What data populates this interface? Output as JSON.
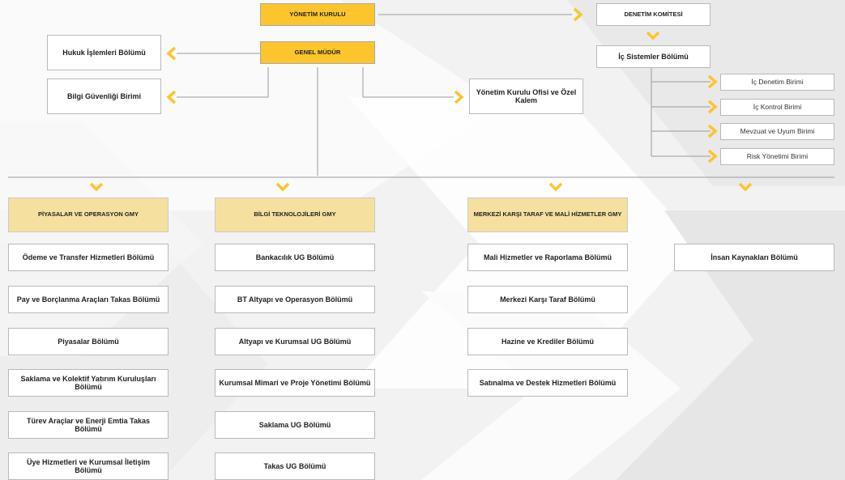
{
  "colors": {
    "accent": "#fcc52c",
    "gmy_fill": "#f6e0a0",
    "line": "#9a9a9a"
  },
  "top": {
    "board": "YÖNETİM KURULU",
    "general_manager": "GENEL MÜDÜR",
    "audit_committee": "DENETİM KOMİTESİ",
    "internal_systems": "İç Sistemler Bölümü"
  },
  "left_units": {
    "legal": "Hukuk İşlemleri Bölümü",
    "infosec": "Bilgi Güvenliği Birimi"
  },
  "board_office": "Yönetim Kurulu Ofisi ve Özel Kalem",
  "internal_units": [
    "İç Denetim Birimi",
    "İç Kontrol Birimi",
    "Mevzuat ve Uyum Birimi",
    "Risk Yönetimi Birimi"
  ],
  "gmy": {
    "markets": "PİYASALAR VE OPERASYON GMY",
    "it": "BİLGİ TEKNOLOJİLERİ GMY",
    "ccp": "MERKEZİ KARŞI TARAF VE MALİ HİZMETLER GMY"
  },
  "markets_depts": [
    "Ödeme ve Transfer Hizmetleri Bölümü",
    "Pay ve Borçlanma Araçları Takas Bölümü",
    "Piyasalar Bölümü",
    "Saklama ve Kolektif Yatırım Kuruluşları Bölümü",
    "Türev Araçlar ve Enerji Emtia Takas Bölümü",
    "Üye Hizmetleri ve Kurumsal İletişim Bölümü"
  ],
  "it_depts": [
    "Bankacılık UG Bölümü",
    "BT Altyapı ve Operasyon Bölümü",
    "Altyapı ve Kurumsal UG Bölümü",
    "Kurumsal Mimari ve Proje Yönetimi Bölümü",
    "Saklama UG Bölümü",
    "Takas UG Bölümü"
  ],
  "ccp_depts": [
    "Mali Hizmetler ve Raporlama Bölümü",
    "Merkezi Karşı Taraf Bölümü",
    "Hazine ve Krediler Bölümü",
    "Satınalma ve Destek Hizmetleri Bölümü"
  ],
  "hr": "İnsan Kaynakları Bölümü"
}
